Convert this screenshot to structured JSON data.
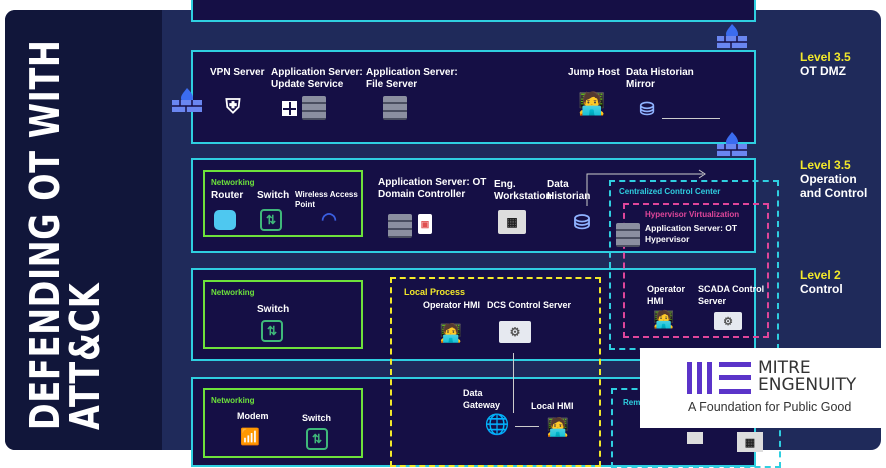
{
  "title": {
    "line1": "DEFENDING OT WITH",
    "line2": "ATT&CK"
  },
  "levels": [
    {
      "level": "Level 3.5",
      "name": "OT DMZ"
    },
    {
      "level": "Level 3.5",
      "name": "Operation and Control"
    },
    {
      "level": "Level 2",
      "name": "Control"
    }
  ],
  "dmz": {
    "vpn": "VPN Server",
    "update": "Application Server: Update Service",
    "file": "Application Server: File Server",
    "jump": "Jump Host",
    "mirror": "Data Historian Mirror"
  },
  "ops": {
    "networking": "Networking",
    "router": "Router",
    "switch": "Switch",
    "wap": "Wireless Access Point",
    "domain": "Application Server: OT Domain Controller",
    "eng": "Eng. Workstation",
    "historian": "Data Historian",
    "ccc": "Centralized Control Center",
    "hyper": "Hypervisor Virtualization",
    "hyperserver": "Application Server: OT Hypervisor"
  },
  "control": {
    "networking": "Networking",
    "switch": "Switch",
    "local": "Local Process",
    "ophmi": "Operator HMI",
    "dcs": "DCS Control Server",
    "ophmi2": "Operator HMI",
    "scada": "SCADA Control Server"
  },
  "field": {
    "networking": "Networking",
    "modem": "Modem",
    "switch": "Switch",
    "gateway": "Data Gateway",
    "localhmi": "Local HMI",
    "remote": "Rem"
  },
  "logo": {
    "name1": "MITRE",
    "name2": "ENGENUITY",
    "tagline": "A Foundation for Public Good"
  },
  "colors": {
    "cyan": "#2fcfe0",
    "green": "#6de23b",
    "yellow": "#f2e82a",
    "pink": "#e0469a",
    "purple": "#5b34c9"
  }
}
